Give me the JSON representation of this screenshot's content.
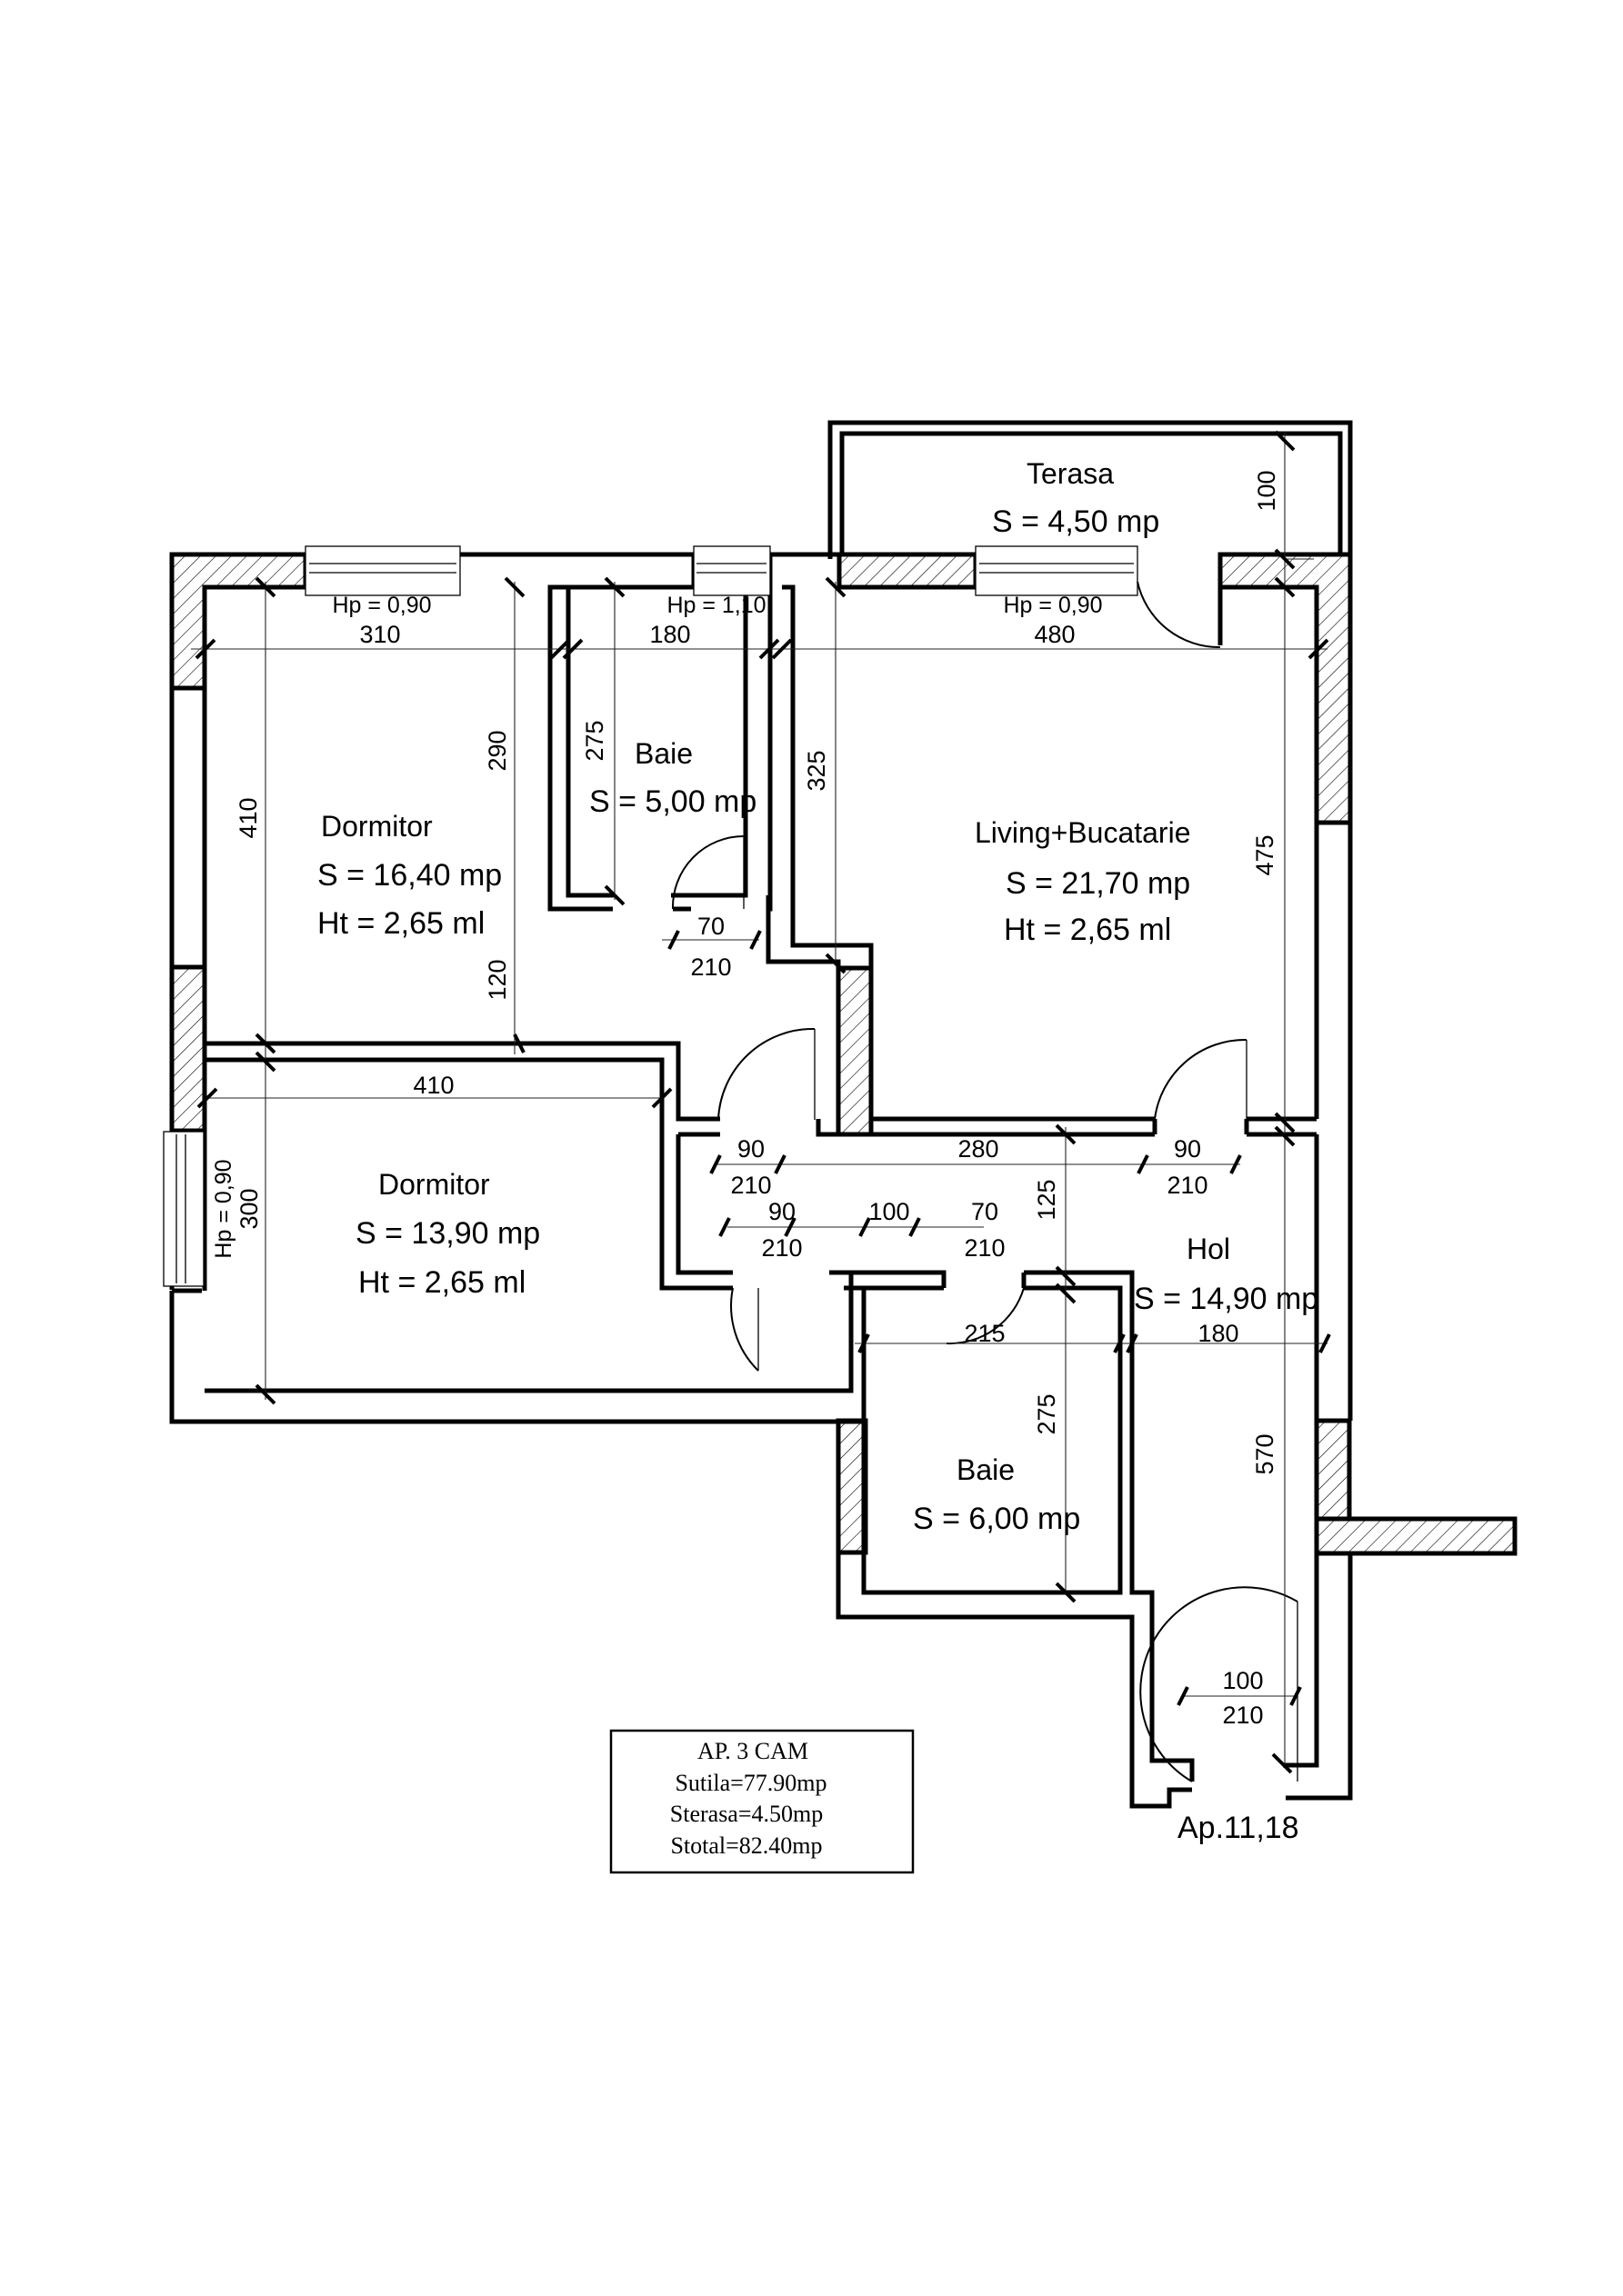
{
  "title": "AP. 3 CAM",
  "rooms": {
    "dormitor1": {
      "name": "Dormitor",
      "area": "S = 16,40 mp",
      "height": "Ht = 2,65 ml"
    },
    "baie1": {
      "name": "Baie",
      "area": "S = 5,00 mp"
    },
    "living": {
      "name": "Living+Bucatarie",
      "area": "S = 21,70 mp",
      "height": "Ht = 2,65 ml"
    },
    "terasa": {
      "name": "Terasa",
      "area": "S = 4,50 mp"
    },
    "dormitor2": {
      "name": "Dormitor",
      "area": "S = 13,90 mp",
      "height": "Ht = 2,65 ml"
    },
    "hol": {
      "name": "Hol",
      "area": "S = 14,90 mp"
    },
    "baie2": {
      "name": "Baie",
      "area": "S = 6,00 mp"
    }
  },
  "windows": {
    "w1": "Hp = 0,90",
    "w2": "Hp = 1,10",
    "w3": "Hp = 0,90",
    "w4": "Hp = 0,90"
  },
  "dimensions": {
    "d310": "310",
    "d180top": "180",
    "d480": "480",
    "d100ter": "100",
    "d410v": "410",
    "d290": "290",
    "d120": "120",
    "d275a": "275",
    "d325": "325",
    "d475": "475",
    "d70a": "70",
    "d210a": "210",
    "d410h": "410",
    "d300": "300",
    "d90a": "90",
    "d210b": "210",
    "d280": "280",
    "d90b": "90",
    "d210c": "210",
    "d90c": "90",
    "d210d": "210",
    "d100": "100",
    "d70b": "70",
    "d210e": "210",
    "d125": "125",
    "d215": "215",
    "d180": "180",
    "d275b": "275",
    "d570": "570",
    "d100e": "100",
    "d210f": "210"
  },
  "entrance_label": "Ap.11,18",
  "summary": {
    "heading": "AP. 3 CAM",
    "sutila": "Sutila=77.90mp",
    "sterasa": "Sterasa=4.50mp",
    "stotal": "Stotal=82.40mp"
  }
}
